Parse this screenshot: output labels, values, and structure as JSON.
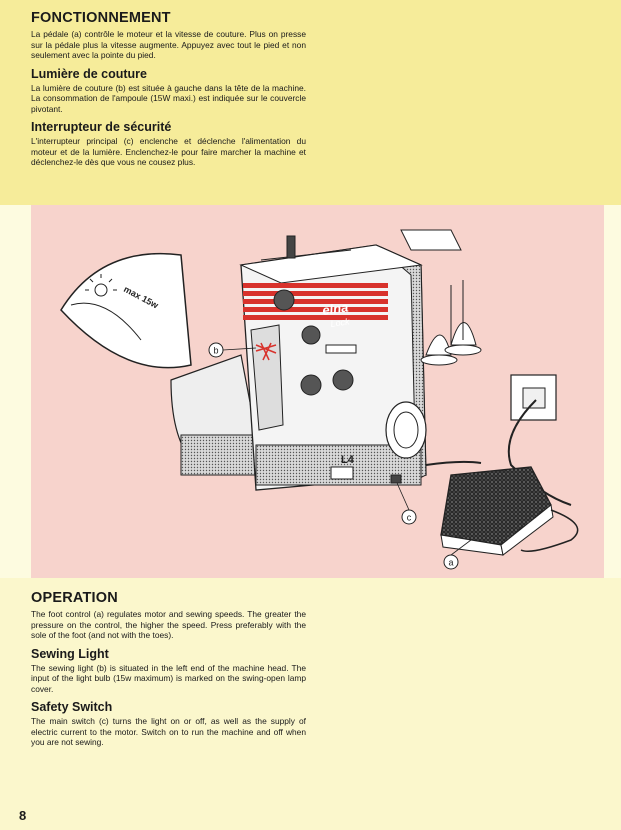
{
  "french": {
    "heading": "FONCTIONNEMENT",
    "intro": "La pédale (a) contrôle le moteur et la vitesse de couture. Plus on presse sur la pédale plus la vitesse augmente. Appuyez avec tout le pied et non seulement avec la pointe du pied.",
    "light_heading": "Lumière de couture",
    "light_text": "La lumière de couture (b) est située à gauche dans la tête de la machine. La consommation de l'ampoule (15W maxi.) est indiquée sur le couvercle pivotant.",
    "switch_heading": "Interrupteur de sécurité",
    "switch_text": "L'interrupteur principal (c) enclenche et déclenche l'alimentation du moteur et de la lumière. Enclenchez-le pour faire marcher la machine et déclenchez-le dès que vous ne cousez plus."
  },
  "illustration": {
    "label_a": "a",
    "label_b": "b",
    "label_c": "c",
    "lamp_cover_text": "max 15w",
    "brand": "elna",
    "brand_sub": "Lock",
    "model": "L4"
  },
  "english": {
    "heading": "OPERATION",
    "intro": "The foot control (a) regulates motor and sewing speeds. The greater the pressure on the control, the higher the speed. Press preferably with the sole of the foot (and not with the toes).",
    "light_heading": "Sewing Light",
    "light_text": "The sewing light (b) is situated in the left end of the machine head. The input of the light bulb (15w maximum) is marked on the swing-open lamp cover.",
    "switch_heading": "Safety Switch",
    "switch_text": "The main switch (c) turns the light on or off, as well as the supply of electric current to the motor. Switch on to run the machine and off when you are not sewing."
  },
  "page_number": "8",
  "colors": {
    "top_band": "#f6ec9a",
    "illustration_bg": "#f7d3cc",
    "bottom_band": "#fbf7cc",
    "accent_red": "#d8322c"
  }
}
